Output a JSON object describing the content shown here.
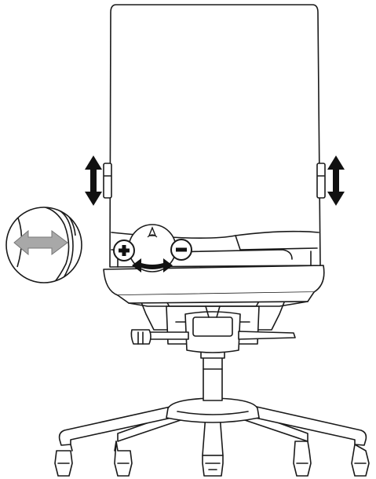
{
  "diagram": {
    "subject": "office-chair-front-view",
    "adjustments": [
      {
        "id": "backrest-height-left",
        "icon": "double-arrow-vertical-icon"
      },
      {
        "id": "backrest-height-right",
        "icon": "double-arrow-vertical-icon"
      },
      {
        "id": "lumbar-depth-detail",
        "icon": "double-arrow-horizontal-icon"
      },
      {
        "id": "tension-plus",
        "icon": "plus-icon"
      },
      {
        "id": "tension-minus",
        "icon": "minus-icon"
      },
      {
        "id": "tension-rotate",
        "icon": "curved-double-arrow-icon"
      }
    ],
    "colors": {
      "line": "#1a1a1a",
      "fill": "#ffffff",
      "arrow_dark": "#111111",
      "arrow_light": "#a8a8a8"
    }
  }
}
